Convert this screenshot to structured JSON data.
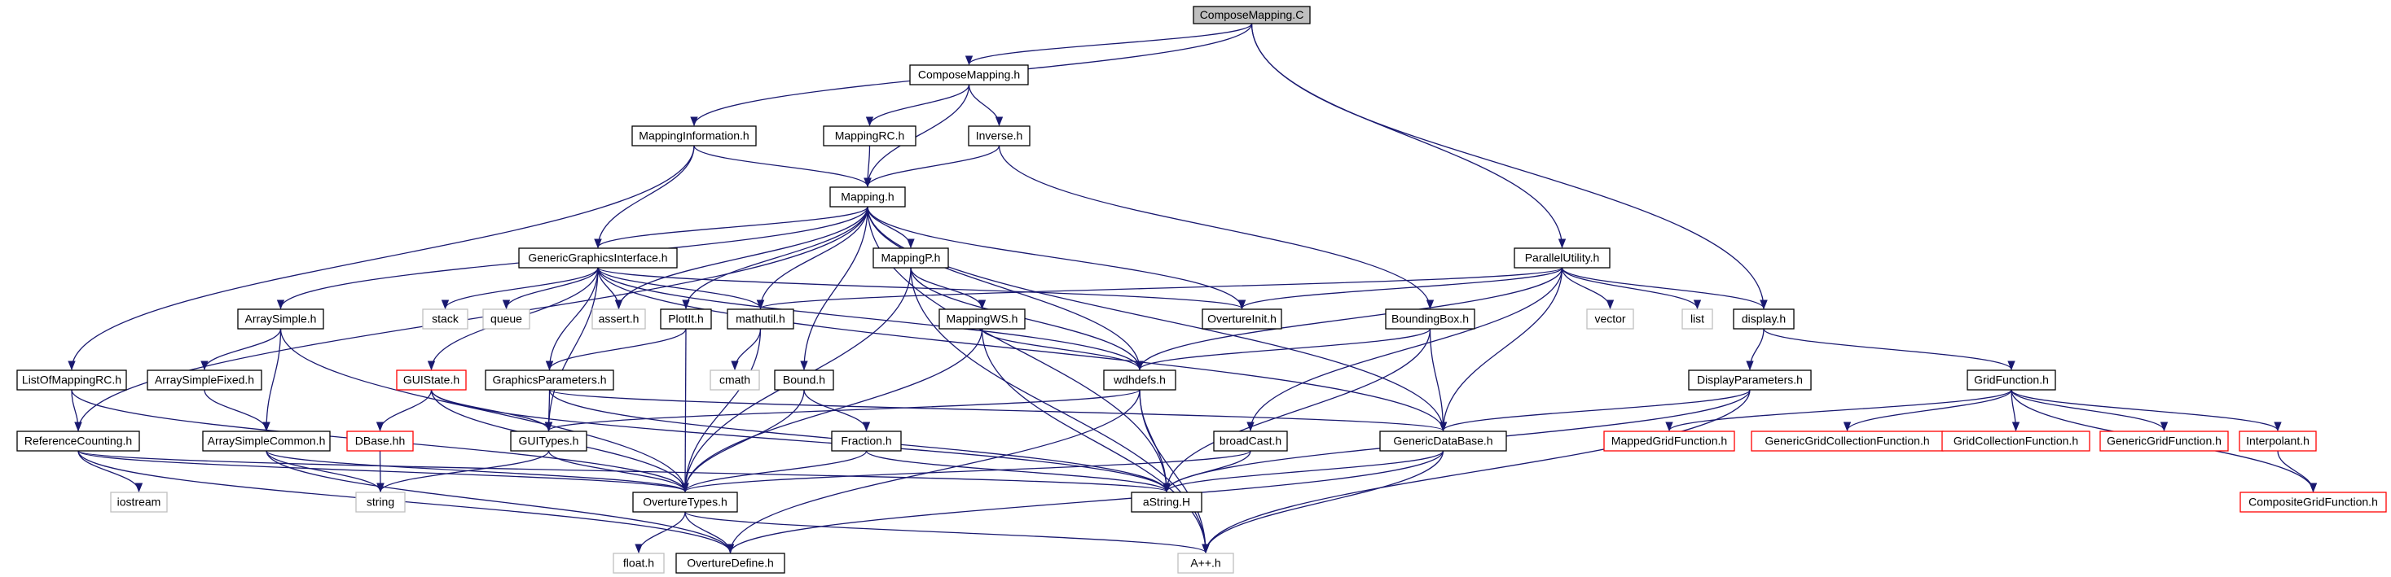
{
  "colors": {
    "edge": "#191970",
    "root_fill": "#bfbfbf",
    "default_border": "#000000",
    "missing_border": "#bfbfbf",
    "truncated_border": "#ff0000"
  },
  "nodes": [
    {
      "id": "compose_c",
      "label": "ComposeMapping.C",
      "style": "root"
    },
    {
      "id": "compose_h",
      "label": "ComposeMapping.h",
      "style": "normal"
    },
    {
      "id": "mapinfo",
      "label": "MappingInformation.h",
      "style": "normal"
    },
    {
      "id": "mappingrc",
      "label": "MappingRC.h",
      "style": "normal"
    },
    {
      "id": "inverse",
      "label": "Inverse.h",
      "style": "normal"
    },
    {
      "id": "mapping",
      "label": "Mapping.h",
      "style": "normal"
    },
    {
      "id": "ggi",
      "label": "GenericGraphicsInterface.h",
      "style": "normal"
    },
    {
      "id": "mappingp",
      "label": "MappingP.h",
      "style": "normal"
    },
    {
      "id": "parallel",
      "label": "ParallelUtility.h",
      "style": "normal"
    },
    {
      "id": "arraysimple",
      "label": "ArraySimple.h",
      "style": "normal"
    },
    {
      "id": "stack",
      "label": "stack",
      "style": "missing"
    },
    {
      "id": "queue",
      "label": "queue",
      "style": "missing"
    },
    {
      "id": "assert",
      "label": "assert.h",
      "style": "missing"
    },
    {
      "id": "plotit",
      "label": "PlotIt.h",
      "style": "normal"
    },
    {
      "id": "mathutil",
      "label": "mathutil.h",
      "style": "normal"
    },
    {
      "id": "mappingws",
      "label": "MappingWS.h",
      "style": "normal"
    },
    {
      "id": "overtureinit",
      "label": "OvertureInit.h",
      "style": "normal"
    },
    {
      "id": "boundingbox",
      "label": "BoundingBox.h",
      "style": "normal"
    },
    {
      "id": "vector",
      "label": "vector",
      "style": "missing"
    },
    {
      "id": "list",
      "label": "list",
      "style": "missing"
    },
    {
      "id": "display",
      "label": "display.h",
      "style": "normal"
    },
    {
      "id": "listofmappingrc",
      "label": "ListOfMappingRC.h",
      "style": "normal"
    },
    {
      "id": "arraysimplefixed",
      "label": "ArraySimpleFixed.h",
      "style": "normal"
    },
    {
      "id": "guistate",
      "label": "GUIState.h",
      "style": "truncated"
    },
    {
      "id": "graphicsparams",
      "label": "GraphicsParameters.h",
      "style": "normal"
    },
    {
      "id": "cmath",
      "label": "cmath",
      "style": "missing"
    },
    {
      "id": "bound",
      "label": "Bound.h",
      "style": "normal"
    },
    {
      "id": "wdhdefs",
      "label": "wdhdefs.h",
      "style": "normal"
    },
    {
      "id": "displayparams",
      "label": "DisplayParameters.h",
      "style": "normal"
    },
    {
      "id": "gridfunction",
      "label": "GridFunction.h",
      "style": "normal"
    },
    {
      "id": "refcounting",
      "label": "ReferenceCounting.h",
      "style": "normal"
    },
    {
      "id": "arraysimplecommon",
      "label": "ArraySimpleCommon.h",
      "style": "normal"
    },
    {
      "id": "dbase",
      "label": "DBase.hh",
      "style": "truncated"
    },
    {
      "id": "guitypes",
      "label": "GUITypes.h",
      "style": "normal"
    },
    {
      "id": "fraction",
      "label": "Fraction.h",
      "style": "normal"
    },
    {
      "id": "broadcast",
      "label": "broadCast.h",
      "style": "normal"
    },
    {
      "id": "genericdatabase",
      "label": "GenericDataBase.h",
      "style": "normal"
    },
    {
      "id": "mappedgf",
      "label": "MappedGridFunction.h",
      "style": "truncated"
    },
    {
      "id": "genericgcf",
      "label": "GenericGridCollectionFunction.h",
      "style": "truncated"
    },
    {
      "id": "gridcollf",
      "label": "GridCollectionFunction.h",
      "style": "truncated"
    },
    {
      "id": "genericgf",
      "label": "GenericGridFunction.h",
      "style": "truncated"
    },
    {
      "id": "interpolant",
      "label": "Interpolant.h",
      "style": "truncated"
    },
    {
      "id": "iostream",
      "label": "iostream",
      "style": "missing"
    },
    {
      "id": "string",
      "label": "string",
      "style": "missing"
    },
    {
      "id": "overturetypes",
      "label": "OvertureTypes.h",
      "style": "normal"
    },
    {
      "id": "astring",
      "label": "aString.H",
      "style": "normal"
    },
    {
      "id": "compositegf",
      "label": "CompositeGridFunction.h",
      "style": "truncated"
    },
    {
      "id": "float",
      "label": "float.h",
      "style": "missing"
    },
    {
      "id": "overturedefine",
      "label": "OvertureDefine.h",
      "style": "normal"
    },
    {
      "id": "app",
      "label": "A++.h",
      "style": "missing"
    }
  ],
  "edges": [
    [
      "compose_c",
      "compose_h"
    ],
    [
      "compose_c",
      "mapinfo"
    ],
    [
      "compose_c",
      "parallel"
    ],
    [
      "compose_c",
      "display"
    ],
    [
      "compose_h",
      "mappingrc"
    ],
    [
      "compose_h",
      "inverse"
    ],
    [
      "compose_h",
      "mapping"
    ],
    [
      "mapinfo",
      "mapping"
    ],
    [
      "mapinfo",
      "ggi"
    ],
    [
      "mapinfo",
      "listofmappingrc"
    ],
    [
      "mappingrc",
      "mapping"
    ],
    [
      "inverse",
      "mapping"
    ],
    [
      "inverse",
      "boundingbox"
    ],
    [
      "mapping",
      "ggi"
    ],
    [
      "mapping",
      "mappingp"
    ],
    [
      "mapping",
      "arraysimple"
    ],
    [
      "mapping",
      "assert"
    ],
    [
      "mapping",
      "plotit"
    ],
    [
      "mapping",
      "mathutil"
    ],
    [
      "mapping",
      "overtureinit"
    ],
    [
      "mapping",
      "bound"
    ],
    [
      "mapping",
      "wdhdefs"
    ],
    [
      "mapping",
      "genericdatabase"
    ],
    [
      "mapping",
      "astring"
    ],
    [
      "mapping",
      "refcounting"
    ],
    [
      "ggi",
      "stack"
    ],
    [
      "ggi",
      "queue"
    ],
    [
      "ggi",
      "assert"
    ],
    [
      "ggi",
      "mathutil"
    ],
    [
      "ggi",
      "overtureinit"
    ],
    [
      "ggi",
      "guistate"
    ],
    [
      "ggi",
      "graphicsparams"
    ],
    [
      "ggi",
      "guitypes"
    ],
    [
      "ggi",
      "wdhdefs"
    ],
    [
      "ggi",
      "genericdatabase"
    ],
    [
      "mappingp",
      "mappingws"
    ],
    [
      "mappingp",
      "wdhdefs"
    ],
    [
      "mappingp",
      "overturetypes"
    ],
    [
      "mappingp",
      "app"
    ],
    [
      "parallel",
      "mathutil"
    ],
    [
      "parallel",
      "overtureinit"
    ],
    [
      "parallel",
      "vector"
    ],
    [
      "parallel",
      "list"
    ],
    [
      "parallel",
      "display"
    ],
    [
      "parallel",
      "wdhdefs"
    ],
    [
      "parallel",
      "broadcast"
    ],
    [
      "parallel",
      "genericdatabase"
    ],
    [
      "arraysimple",
      "arraysimplefixed"
    ],
    [
      "arraysimple",
      "arraysimplecommon"
    ],
    [
      "arraysimple",
      "overturetypes"
    ],
    [
      "plotit",
      "graphicsparams"
    ],
    [
      "plotit",
      "overturetypes"
    ],
    [
      "mathutil",
      "cmath"
    ],
    [
      "mathutil",
      "overturetypes"
    ],
    [
      "mappingws",
      "wdhdefs"
    ],
    [
      "mappingws",
      "overturetypes"
    ],
    [
      "mappingws",
      "app"
    ],
    [
      "boundingbox",
      "wdhdefs"
    ],
    [
      "boundingbox",
      "genericdatabase"
    ],
    [
      "boundingbox",
      "astring"
    ],
    [
      "display",
      "displayparams"
    ],
    [
      "display",
      "gridfunction"
    ],
    [
      "listofmappingrc",
      "refcounting"
    ],
    [
      "listofmappingrc",
      "overturetypes"
    ],
    [
      "arraysimplefixed",
      "arraysimplecommon"
    ],
    [
      "guistate",
      "guitypes"
    ],
    [
      "guistate",
      "dbase"
    ],
    [
      "guistate",
      "overturetypes"
    ],
    [
      "guistate",
      "astring"
    ],
    [
      "graphicsparams",
      "guitypes"
    ],
    [
      "graphicsparams",
      "genericdatabase"
    ],
    [
      "graphicsparams",
      "astring"
    ],
    [
      "bound",
      "fraction"
    ],
    [
      "bound",
      "overturetypes"
    ],
    [
      "wdhdefs",
      "guitypes"
    ],
    [
      "wdhdefs",
      "astring"
    ],
    [
      "wdhdefs",
      "app"
    ],
    [
      "wdhdefs",
      "overturedefine"
    ],
    [
      "displayparams",
      "genericdatabase"
    ],
    [
      "displayparams",
      "astring"
    ],
    [
      "displayparams",
      "app"
    ],
    [
      "gridfunction",
      "mappedgf"
    ],
    [
      "gridfunction",
      "genericgcf"
    ],
    [
      "gridfunction",
      "gridcollf"
    ],
    [
      "gridfunction",
      "genericgf"
    ],
    [
      "gridfunction",
      "interpolant"
    ],
    [
      "gridfunction",
      "compositegf"
    ],
    [
      "refcounting",
      "iostream"
    ],
    [
      "refcounting",
      "overturetypes"
    ],
    [
      "refcounting",
      "overturedefine"
    ],
    [
      "refcounting",
      "astring"
    ],
    [
      "arraysimplecommon",
      "overturetypes"
    ],
    [
      "arraysimplecommon",
      "string"
    ],
    [
      "arraysimplecommon",
      "overturedefine"
    ],
    [
      "dbase",
      "string"
    ],
    [
      "guitypes",
      "overturetypes"
    ],
    [
      "guitypes",
      "string"
    ],
    [
      "fraction",
      "overturetypes"
    ],
    [
      "fraction",
      "astring"
    ],
    [
      "broadcast",
      "overturetypes"
    ],
    [
      "broadcast",
      "astring"
    ],
    [
      "genericdatabase",
      "astring"
    ],
    [
      "genericdatabase",
      "app"
    ],
    [
      "genericdatabase",
      "overturedefine"
    ],
    [
      "interpolant",
      "compositegf"
    ],
    [
      "overturetypes",
      "float"
    ],
    [
      "overturetypes",
      "overturedefine"
    ],
    [
      "overturetypes",
      "app"
    ]
  ]
}
